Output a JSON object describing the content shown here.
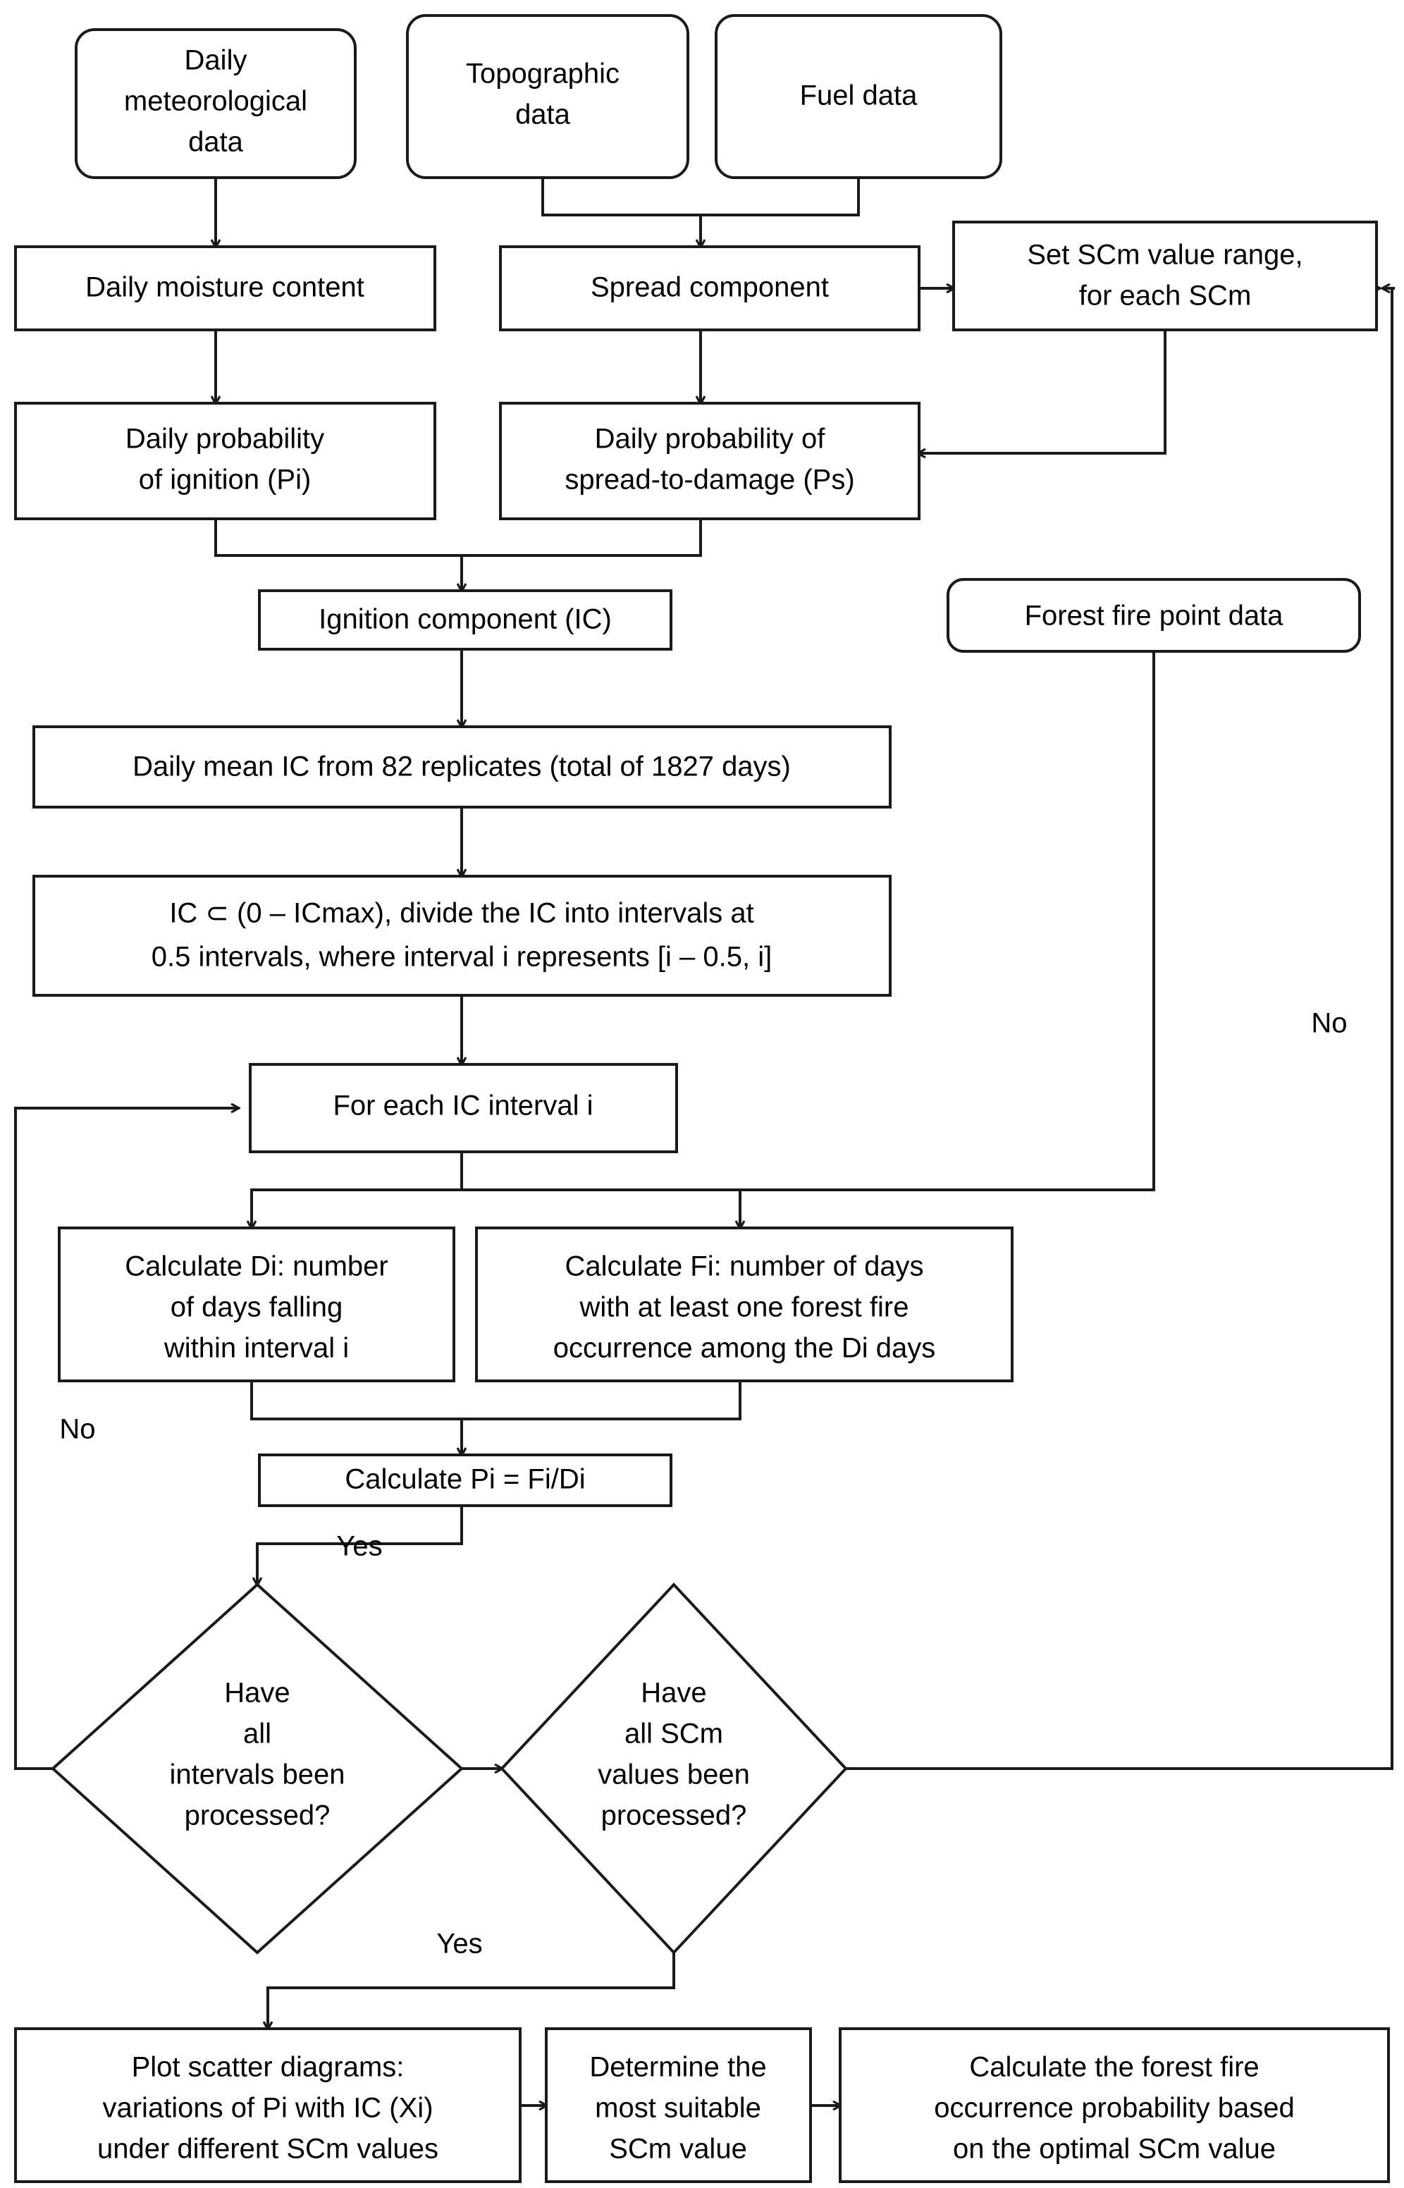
{
  "diagram": {
    "type": "flowchart",
    "title": "Forest fire occurrence probability modelling workflow",
    "colors": {
      "stroke": "#1a1a1a",
      "fill": "#ffffff",
      "text": "#000000",
      "background": "#ffffff"
    },
    "nodes": [
      {
        "id": "met",
        "shape": "rounded-rect",
        "lines": [
          "Daily",
          "meteorological",
          "data"
        ]
      },
      {
        "id": "topo",
        "shape": "rounded-rect",
        "lines": [
          "Topographic",
          "data"
        ]
      },
      {
        "id": "fuel",
        "shape": "rounded-rect",
        "lines": [
          "Fuel data"
        ]
      },
      {
        "id": "moisture",
        "shape": "rect",
        "lines": [
          "Daily moisture content"
        ]
      },
      {
        "id": "spread",
        "shape": "rect",
        "lines": [
          "Spread component"
        ]
      },
      {
        "id": "setscm",
        "shape": "rect",
        "lines": [
          "Set SCm value range,",
          "for each SCm"
        ]
      },
      {
        "id": "pi",
        "shape": "rect",
        "lines": [
          "Daily probability",
          "of ignition (Pi)"
        ]
      },
      {
        "id": "ps",
        "shape": "rect",
        "lines": [
          "Daily probability of",
          "spread-to-damage (Ps)"
        ]
      },
      {
        "id": "ic",
        "shape": "rect",
        "lines": [
          "Ignition component (IC)"
        ]
      },
      {
        "id": "firepts",
        "shape": "rounded-rect",
        "lines": [
          "Forest fire point data"
        ]
      },
      {
        "id": "meanic",
        "shape": "rect",
        "lines": [
          "Daily mean IC from 82 replicates (total of 1827 days)"
        ]
      },
      {
        "id": "divide",
        "shape": "rect",
        "lines": [
          "IC ⊂ (0 – ICmax), divide the IC into intervals at",
          "0.5 intervals, where interval i represents [i – 0.5, i]"
        ]
      },
      {
        "id": "foreach",
        "shape": "rect",
        "lines": [
          "For each IC interval i"
        ]
      },
      {
        "id": "calcdi",
        "shape": "rect",
        "lines": [
          "Calculate Di: number",
          "of days falling",
          "within interval i"
        ]
      },
      {
        "id": "calcfi",
        "shape": "rect",
        "lines": [
          "Calculate Fi: number of days",
          "with at least one forest fire",
          "occurrence among the Di days"
        ]
      },
      {
        "id": "calcpi",
        "shape": "rect",
        "lines": [
          "Calculate Pi = Fi/Di"
        ]
      },
      {
        "id": "decint",
        "shape": "diamond",
        "lines": [
          "Have",
          "all",
          "intervals been",
          "processed?"
        ]
      },
      {
        "id": "decscm",
        "shape": "diamond",
        "lines": [
          "Have",
          "all SCm",
          "values been",
          "processed?"
        ]
      },
      {
        "id": "plot",
        "shape": "rect",
        "lines": [
          "Plot scatter diagrams:",
          "variations of Pi with IC (Xi)",
          "under different SCm values"
        ]
      },
      {
        "id": "determine",
        "shape": "rect",
        "lines": [
          "Determine the",
          "most suitable",
          "SCm value"
        ]
      },
      {
        "id": "final",
        "shape": "rect",
        "lines": [
          "Calculate the forest fire",
          "occurrence probability based",
          "on the optimal SCm value"
        ]
      }
    ],
    "edge_labels": [
      {
        "id": "yes-interval",
        "text": "Yes"
      },
      {
        "id": "no-interval",
        "text": "No"
      },
      {
        "id": "yes-scm",
        "text": "Yes"
      },
      {
        "id": "no-scm",
        "text": "No"
      }
    ]
  }
}
